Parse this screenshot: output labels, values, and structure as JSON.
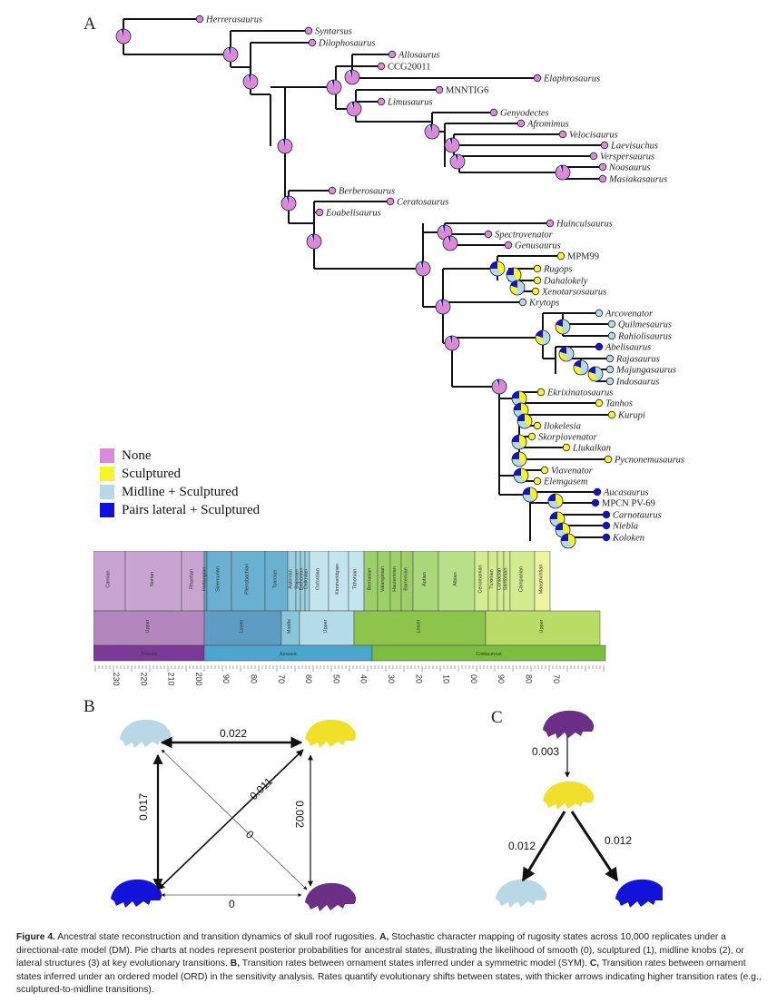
{
  "panels": {
    "a": "A",
    "b": "B",
    "c": "C"
  },
  "colors": {
    "none": "#d98bd9",
    "sculptured": "#f5f52a",
    "midline": "#b7d8e6",
    "pairs": "#1010e0",
    "silhouette_purple": "#6b2f86",
    "silhouette_yellow": "#f0e02a",
    "silhouette_lightblue": "#b9d7e6",
    "silhouette_blue": "#1212d8"
  },
  "taxa": [
    {
      "name": "Herrerasaurus",
      "state": "none"
    },
    {
      "name": "Syntarsus",
      "state": "none"
    },
    {
      "name": "Dilophosaurus",
      "state": "none"
    },
    {
      "name": "Allosaurus",
      "state": "none"
    },
    {
      "name": "CCG20011",
      "state": "none",
      "plain": true
    },
    {
      "name": "Elaphrosaurus",
      "state": "none"
    },
    {
      "name": "MNNTIG6",
      "state": "none",
      "plain": true
    },
    {
      "name": "Limusaurus",
      "state": "none"
    },
    {
      "name": "Genyodectes",
      "state": "none"
    },
    {
      "name": "Afromimus",
      "state": "none"
    },
    {
      "name": "Velocisaurus",
      "state": "none"
    },
    {
      "name": "Laevisuchus",
      "state": "none"
    },
    {
      "name": "Verspersaurus",
      "state": "none"
    },
    {
      "name": "Noasaurus",
      "state": "none"
    },
    {
      "name": "Masiakasaurus",
      "state": "none"
    },
    {
      "name": "Berberosaurus",
      "state": "none"
    },
    {
      "name": "Ceratosaurus",
      "state": "none"
    },
    {
      "name": "Eoabelisaurus",
      "state": "none"
    },
    {
      "name": "Huinculsaurus",
      "state": "none"
    },
    {
      "name": "Spectrovenator",
      "state": "none"
    },
    {
      "name": "Genusaurus",
      "state": "none"
    },
    {
      "name": "MPM99",
      "state": "sculptured",
      "plain": true
    },
    {
      "name": "Rugops",
      "state": "sculptured"
    },
    {
      "name": "Dahalokely",
      "state": "sculptured"
    },
    {
      "name": "Xenotarsosaurus",
      "state": "sculptured"
    },
    {
      "name": "Krytops",
      "state": "midline"
    },
    {
      "name": "Arcovenator",
      "state": "midline"
    },
    {
      "name": "Quilmesaurus",
      "state": "midline"
    },
    {
      "name": "Rahiolisaurus",
      "state": "midline"
    },
    {
      "name": "Abelisaurus",
      "state": "pairs"
    },
    {
      "name": "Rajasaurus",
      "state": "midline"
    },
    {
      "name": "Majungasaurus",
      "state": "midline"
    },
    {
      "name": "Indosaurus",
      "state": "midline"
    },
    {
      "name": "Ekrixinatosaurus",
      "state": "sculptured"
    },
    {
      "name": "Tanhos",
      "state": "sculptured"
    },
    {
      "name": "Kurupi",
      "state": "sculptured"
    },
    {
      "name": "Ilokelesia",
      "state": "sculptured"
    },
    {
      "name": "Skorpiovenator",
      "state": "sculptured"
    },
    {
      "name": "Llukalkan",
      "state": "sculptured"
    },
    {
      "name": "Pycnonemusaurus",
      "state": "sculptured"
    },
    {
      "name": "Viavenator",
      "state": "sculptured"
    },
    {
      "name": "Elemgasem",
      "state": "sculptured"
    },
    {
      "name": "Aucasaurus",
      "state": "pairs"
    },
    {
      "name": "MPCN PV-69",
      "state": "pairs",
      "plain": true
    },
    {
      "name": "Carnotaurus",
      "state": "pairs"
    },
    {
      "name": "Niebla",
      "state": "pairs"
    },
    {
      "name": "Koloken",
      "state": "pairs"
    }
  ],
  "legend": [
    {
      "label": "None",
      "color": "#d98bd9"
    },
    {
      "label": "Sculptured",
      "color": "#f5f52a"
    },
    {
      "label": "Midline + Sculptured",
      "color": "#b7d8e6"
    },
    {
      "label": "Pairs lateral + Sculptured",
      "color": "#1010e0"
    }
  ],
  "timescale": {
    "stages": [
      "Carnian",
      "Norian",
      "Rhaetian",
      "Hettangian",
      "Sinemurian",
      "Pliensbachian",
      "Toarcian",
      "Aalenian",
      "Bajocian",
      "Bathonian",
      "Callovian",
      "Oxfordian",
      "Kimmeridgian",
      "Tithonian",
      "Berriasian",
      "Valanginian",
      "Hauterivian",
      "Barremian",
      "Aptian",
      "Albian",
      "Cenomanian",
      "Turonian",
      "Coniacian",
      "Santonian",
      "Campanian",
      "Maastrichtian"
    ],
    "epochs": [
      "Upper",
      "Lower",
      "Middle",
      "Upper",
      "Lower",
      "Upper"
    ],
    "periods": [
      "Triassic",
      "Jurassic",
      "Cretaceous"
    ],
    "ticks": [
      "230",
      "220",
      "210",
      "200",
      "90",
      "80",
      "70",
      "60",
      "50",
      "40",
      "30",
      "20",
      "10",
      "00",
      "90",
      "80",
      "70"
    ]
  },
  "panel_b": {
    "rate_top": "0.022",
    "rate_diag1": "0.011",
    "rate_left": "0.017",
    "rate_right": "0.002",
    "rate_diag2": "0",
    "rate_bottom": "0"
  },
  "panel_c": {
    "rate_top": "0.003",
    "rate_left": "0.012",
    "rate_right": "0.012"
  },
  "caption": {
    "fig": "Figure 4.",
    "intro": " Ancestral state reconstruction and transition dynamics of skull roof rugosities. ",
    "a_label": "A,",
    "a_text": " Stochastic character mapping of rugosity states across 10,000 replicates under a directional-rate model (DM). Pie charts at nodes represent posterior probabilities for ancestral states, illustrating the likelihood of smooth (0), sculptured (1), midline knobs (2), or lateral structures (3) at key evolutionary transitions. ",
    "b_label": "B,",
    "b_text": " Transition rates between ornament states inferred under a symmetric model (SYM). ",
    "c_label": "C,",
    "c_text": " Transition rates between ornament states inferred under an ordered model (ORD) in the sensitivity analysis. Rates quantify evolutionary shifts between states, with thicker arrows indicating higher transition rates (e.g., sculptured-to-midline transitions)."
  }
}
